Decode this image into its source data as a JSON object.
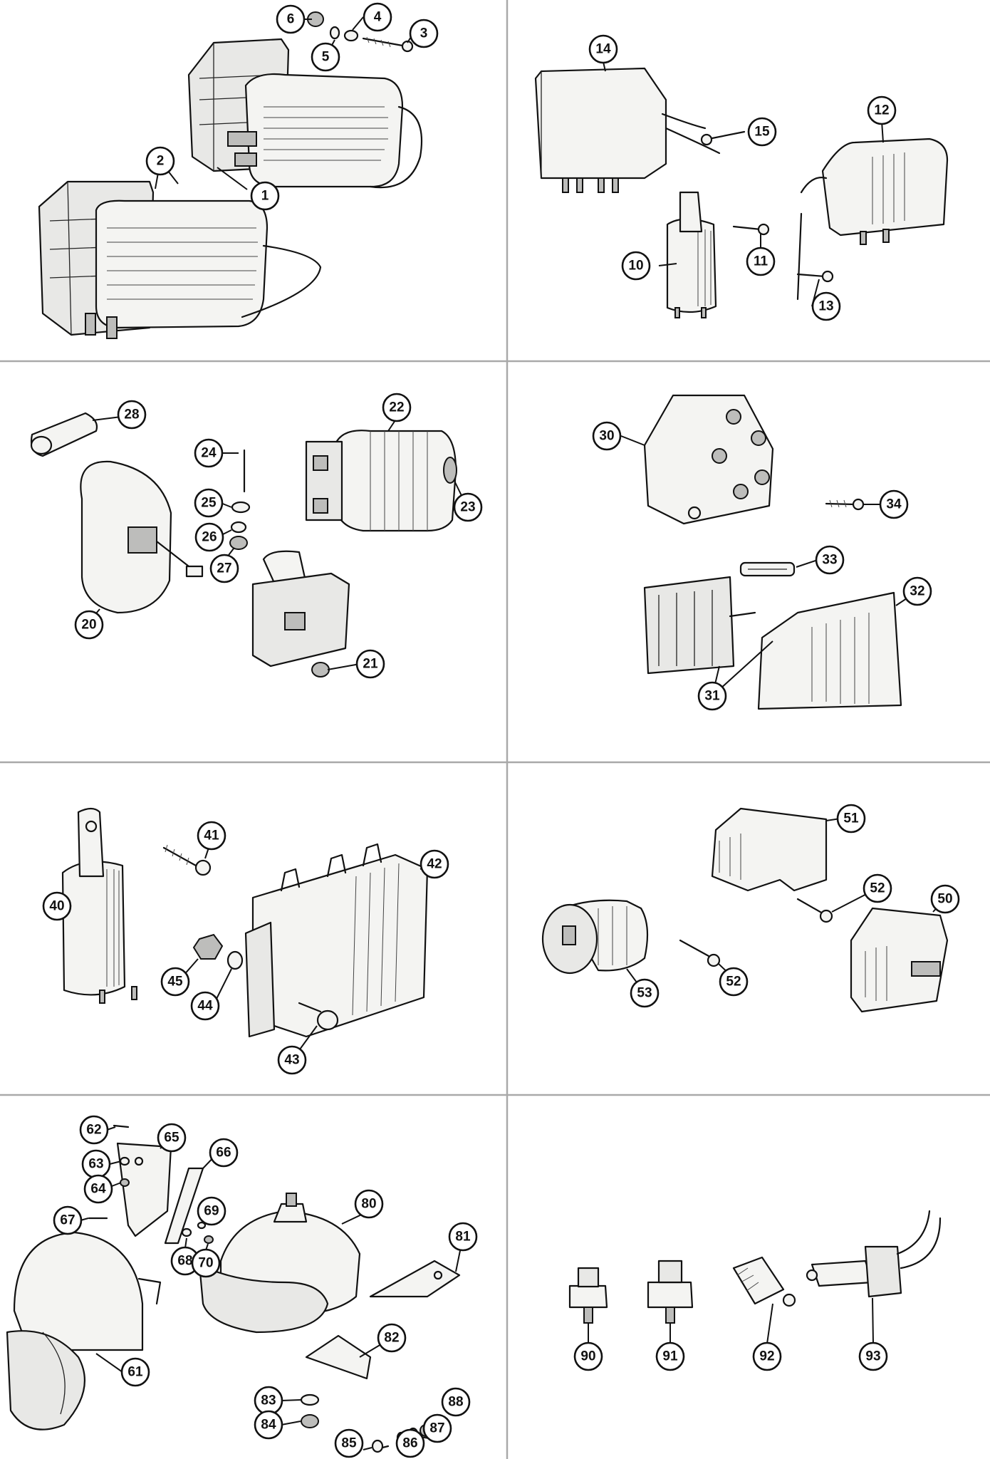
{
  "panels": [
    {
      "id": "p1",
      "callouts": [
        "1",
        "2",
        "3",
        "4",
        "5",
        "6"
      ]
    },
    {
      "id": "p2",
      "callouts": [
        "10",
        "11",
        "12",
        "13",
        "14",
        "15"
      ]
    },
    {
      "id": "p3",
      "callouts": [
        "20",
        "21",
        "22",
        "23",
        "24",
        "25",
        "26",
        "27",
        "28"
      ]
    },
    {
      "id": "p4",
      "callouts": [
        "30",
        "31",
        "32",
        "33",
        "34"
      ]
    },
    {
      "id": "p5",
      "callouts": [
        "40",
        "41",
        "42",
        "43",
        "44",
        "45"
      ]
    },
    {
      "id": "p6",
      "callouts": [
        "50",
        "51",
        "52",
        "52",
        "53"
      ]
    },
    {
      "id": "p7",
      "callouts": [
        "61",
        "62",
        "63",
        "64",
        "65",
        "66",
        "67",
        "68",
        "69",
        "70",
        "80",
        "81",
        "82",
        "83",
        "84",
        "85",
        "86",
        "87",
        "88"
      ]
    },
    {
      "id": "p8",
      "callouts": [
        "90",
        "91",
        "92",
        "93"
      ]
    }
  ],
  "callouts": {
    "c1": "1",
    "c2": "2",
    "c3": "3",
    "c4": "4",
    "c5": "5",
    "c6": "6",
    "c10": "10",
    "c11": "11",
    "c12": "12",
    "c13": "13",
    "c14": "14",
    "c15": "15",
    "c20": "20",
    "c21": "21",
    "c22": "22",
    "c23": "23",
    "c24": "24",
    "c25": "25",
    "c26": "26",
    "c27": "27",
    "c28": "28",
    "c30": "30",
    "c31": "31",
    "c32": "32",
    "c33": "33",
    "c34": "34",
    "c40": "40",
    "c41": "41",
    "c42": "42",
    "c43": "43",
    "c44": "44",
    "c45": "45",
    "c50": "50",
    "c51": "51",
    "c52a": "52",
    "c52b": "52",
    "c53": "53",
    "c61": "61",
    "c62": "62",
    "c63": "63",
    "c64": "64",
    "c65": "65",
    "c66": "66",
    "c67": "67",
    "c68": "68",
    "c69": "69",
    "c70": "70",
    "c80": "80",
    "c81": "81",
    "c82": "82",
    "c83": "83",
    "c84": "84",
    "c85": "85",
    "c86": "86",
    "c87": "87",
    "c88": "88",
    "c90": "90",
    "c91": "91",
    "c92": "92",
    "c93": "93"
  },
  "colors": {
    "line": "#111111",
    "grid": "#a9a9a9",
    "paper": "#ffffff",
    "shade": "#e8e8e6"
  }
}
